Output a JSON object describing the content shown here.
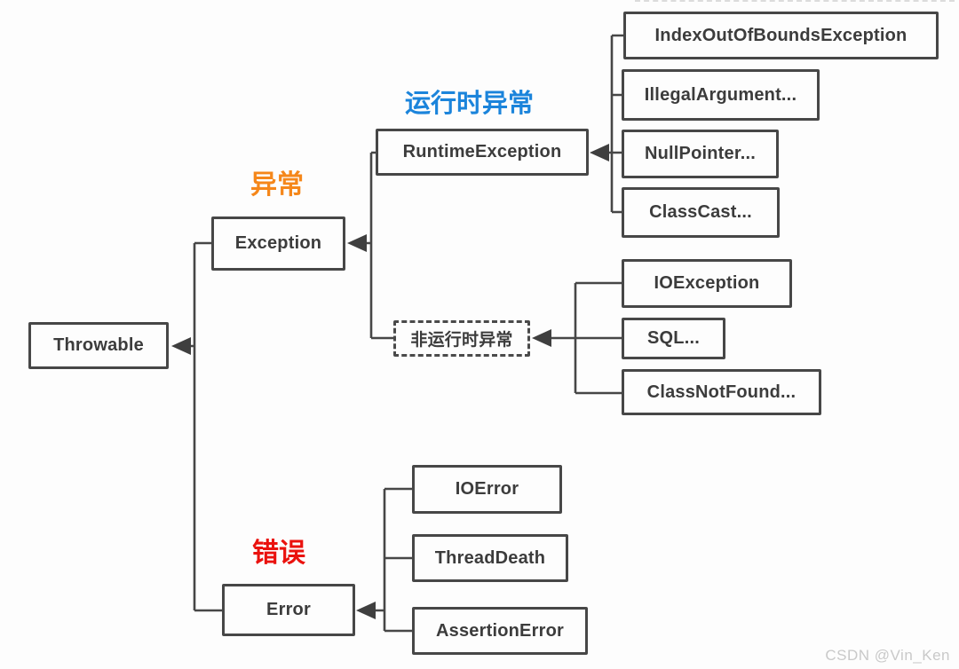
{
  "diagram": {
    "nodes": {
      "throwable": {
        "label": "Throwable"
      },
      "exception": {
        "label": "Exception"
      },
      "runtime_exception": {
        "label": "RuntimeException"
      },
      "non_runtime_exception": {
        "label": "非运行时异常"
      },
      "error": {
        "label": "Error"
      },
      "index_out_of_bounds": {
        "label": "IndexOutOfBoundsException"
      },
      "illegal_argument": {
        "label": "IllegalArgument..."
      },
      "null_pointer": {
        "label": "NullPointer..."
      },
      "class_cast": {
        "label": "ClassCast..."
      },
      "io_exception": {
        "label": "IOException"
      },
      "sql": {
        "label": "SQL..."
      },
      "class_not_found": {
        "label": "ClassNotFound..."
      },
      "io_error": {
        "label": "IOError"
      },
      "thread_death": {
        "label": "ThreadDeath"
      },
      "assertion_error": {
        "label": "AssertionError"
      }
    },
    "annotations": {
      "exception_group": {
        "text": "异常",
        "color": "#f5871a"
      },
      "runtime_group": {
        "text": "运行时异常",
        "color": "#1b84db"
      },
      "error_group": {
        "text": "错误",
        "color": "#ea120e"
      }
    },
    "watermark": {
      "text": "CSDN @Vin_Ken",
      "color": "#c9c9c9"
    },
    "style": {
      "box_border": "#474747",
      "box_text": "#3c3c3c",
      "connector": "#474747",
      "background": "#fdfdfd"
    }
  }
}
